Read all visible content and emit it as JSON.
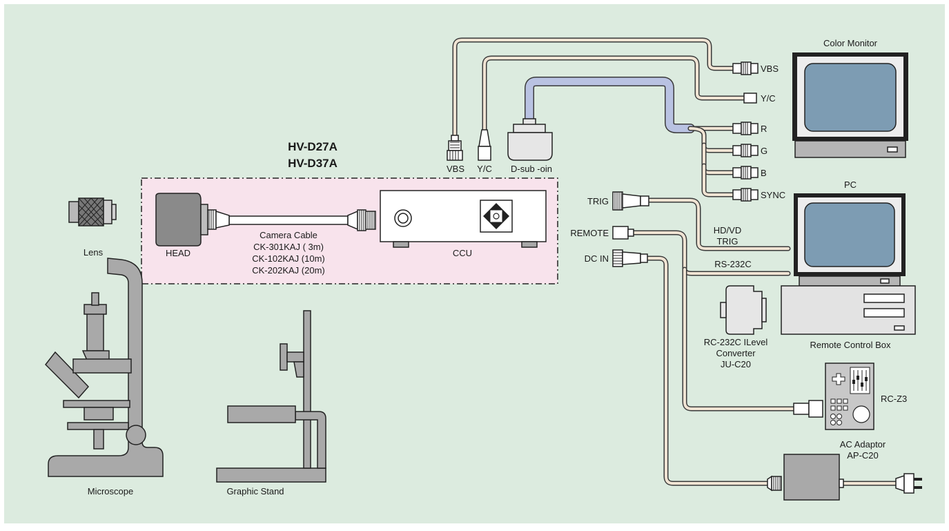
{
  "title_lines": [
    "HV-D27A",
    "HV-D37A"
  ],
  "devices": {
    "lens": "Lens",
    "head": "HEAD",
    "ccu": "CCU",
    "camera_cable": [
      "Camera Cable",
      "CK-301KAJ ( 3m)",
      "CK-102KAJ (10m)",
      "CK-202KAJ (20m)"
    ],
    "microscope": "Microscope",
    "graphic_stand": "Graphic Stand",
    "color_monitor": "Color Monitor",
    "pc": "PC",
    "remote_control_box": "Remote Control Box",
    "level_converter": [
      "RC-232C ILevel",
      "Converter",
      "JU-C20"
    ],
    "rc_z3": "RC-Z3",
    "ac_adaptor": [
      "AC Adaptor",
      "AP-C20"
    ]
  },
  "ccu_ports": {
    "vbs": "VBS",
    "yc": "Y/C",
    "dsub": "D-sub -oin"
  },
  "monitor_inputs": [
    "VBS",
    "Y/C",
    "R",
    "G",
    "B",
    "SYNC"
  ],
  "side_ports": {
    "trig": "TRIG",
    "remote": "REMOTE",
    "dcin": "DC IN"
  },
  "pc_links": {
    "hdvd": "HD/VD",
    "trig": "TRIG",
    "rs232c": "RS-232C"
  },
  "colors": {
    "background": "#dcebdf",
    "camera_area": "#f8e3ec",
    "cable": "#efe3d3",
    "rgb_cable": "#b9c2e2",
    "screen": "#7d9cb3",
    "device": "#a9a9a9"
  }
}
